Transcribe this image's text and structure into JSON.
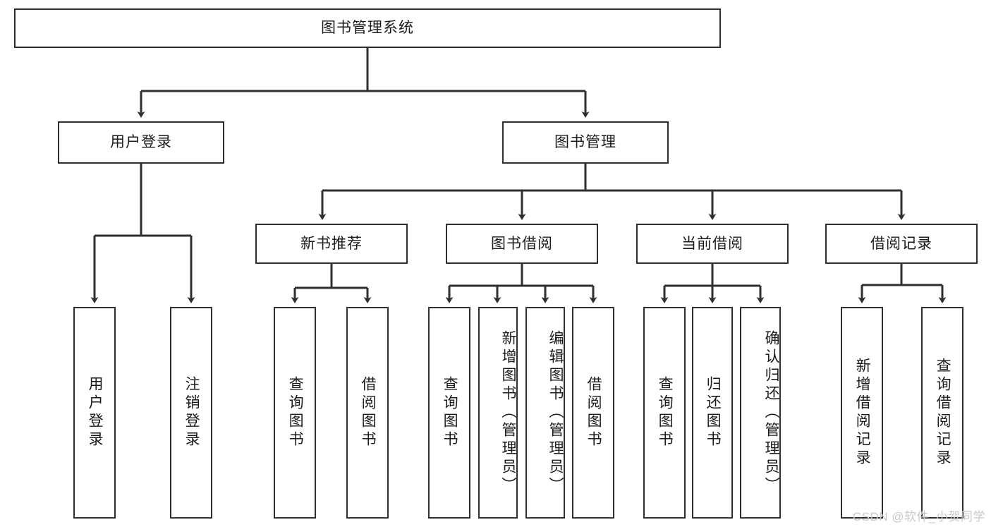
{
  "diagram": {
    "title_node": {
      "label": "图书管理系统"
    },
    "level1": [
      {
        "id": "user-login",
        "label": "用户登录"
      },
      {
        "id": "book-management",
        "label": "图书管理"
      }
    ],
    "level2": [
      {
        "id": "new-book-recommend",
        "label": "新书推荐"
      },
      {
        "id": "book-borrow",
        "label": "图书借阅"
      },
      {
        "id": "current-borrow",
        "label": "当前借阅"
      },
      {
        "id": "borrow-record",
        "label": "借阅记录"
      }
    ],
    "leaves": [
      {
        "id": "leaf-user-login",
        "label": "用户登录",
        "group": "user-login"
      },
      {
        "id": "leaf-logout-login",
        "label": "注销登录",
        "group": "user-login"
      },
      {
        "id": "leaf-query-book-1",
        "label": "查询图书",
        "group": "new-book-recommend"
      },
      {
        "id": "leaf-borrow-book-1",
        "label": "借阅图书",
        "group": "new-book-recommend"
      },
      {
        "id": "leaf-query-book-2",
        "label": "查询图书",
        "group": "book-borrow"
      },
      {
        "id": "leaf-add-book",
        "label": "新增图书（管理员）",
        "group": "book-borrow"
      },
      {
        "id": "leaf-edit-book",
        "label": "编辑图书（管理员）",
        "group": "book-borrow"
      },
      {
        "id": "leaf-borrow-book-2",
        "label": "借阅图书",
        "group": "book-borrow"
      },
      {
        "id": "leaf-query-book-3",
        "label": "查询图书",
        "group": "current-borrow"
      },
      {
        "id": "leaf-return-book",
        "label": "归还图书",
        "group": "current-borrow"
      },
      {
        "id": "leaf-confirm-return",
        "label": "确认归还（管理员）",
        "group": "current-borrow"
      },
      {
        "id": "leaf-add-record",
        "label": "新增借阅记录",
        "group": "borrow-record"
      },
      {
        "id": "leaf-query-record",
        "label": "查询借阅记录",
        "group": "borrow-record"
      }
    ],
    "watermark": "CSDN @软件_小贺同学",
    "colors": {
      "stroke": "#2f2f2f",
      "fill": "#ffffff",
      "text": "#1b1b1b",
      "watermark": "#c9c9c9"
    }
  }
}
